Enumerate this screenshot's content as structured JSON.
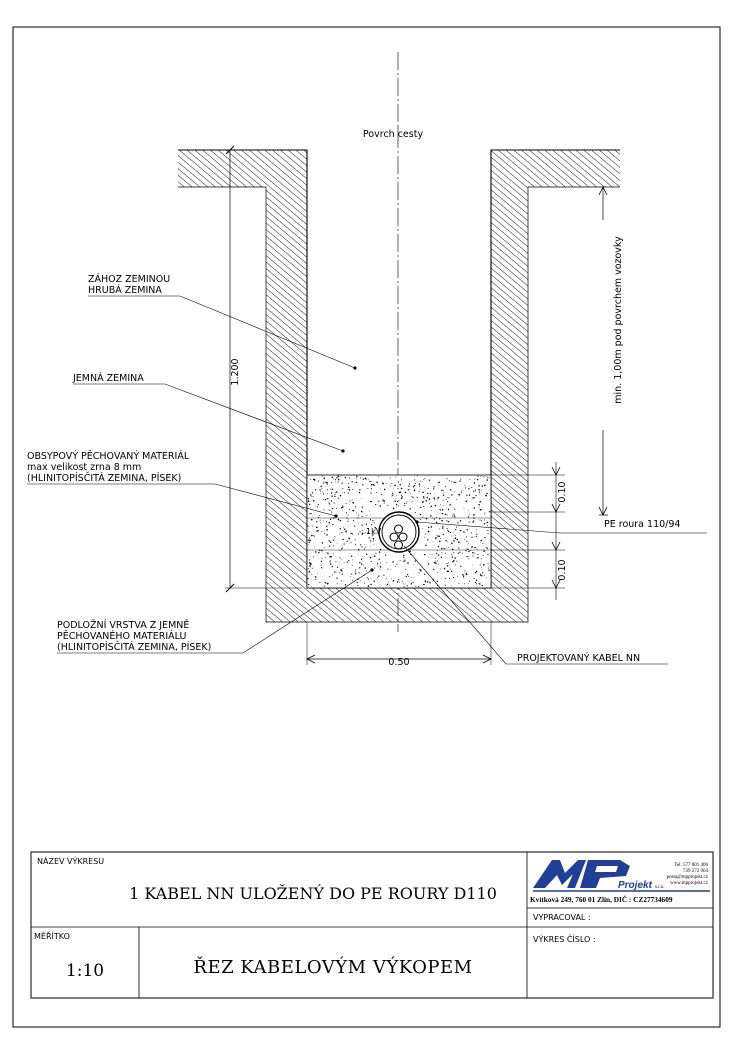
{
  "labels": {
    "road_surface": "Povrch cesty",
    "backfill_line1": "ZÁHOZ ZEMINOU",
    "backfill_line2": "HRUBÁ ZEMINA",
    "fine_soil": "JEMNÁ ZEMINA",
    "surround_line1": "OBSYPOVÝ PĚCHOVANÝ MATERIÁL",
    "surround_line2": "max velikost zrna 8 mm",
    "surround_line3": "(HLINITOPÍSČITÁ ZEMINA, PÍSEK)",
    "bedding_line1": "PODLOŽNÍ VRSTVA Z JEMNĚ",
    "bedding_line2": "PĚCHOVANÉHO MATERIÁLU",
    "bedding_line3": "(HLINITOPÍSČITÁ ZEMINA, PÍSEK)",
    "pipe": "PE roura 110/94",
    "cable": "PROJEKTOVANÝ KABEL NN",
    "cable_tag": "1kV",
    "min_depth": "min. 1,00m pod povrchem vozovky"
  },
  "dimensions": {
    "depth": "1.200",
    "width": "0.50",
    "top_layer": "0.10",
    "bottom_layer": "0.10"
  },
  "title_block": {
    "drawing_name_label": "NÁZEV VÝKRESU",
    "drawing_name": "1 KABEL NN ULOŽENÝ DO PE ROURY D110",
    "scale_label": "MĚŘÍTKO",
    "scale": "1:10",
    "section_title": "ŘEZ KABELOVÝM VÝKOPEM",
    "drawn_by_label": "VYPRACOVAL :",
    "drawing_number_label": "VÝKRES ČÍSLO :",
    "company": {
      "logo_letters": "MP",
      "logo_word": "Projekt",
      "logo_suffix": "s.r.o.",
      "contact_line1": "Tel: 577 001 406",
      "contact_line2": "739 272 064",
      "contact_line3": "posta@mpprojekt.cz",
      "contact_line4": "www.mpprojekt.cz",
      "address": "Kvítková 249, 760 01 Zlín, DIČ : CZ27734609"
    }
  },
  "colors": {
    "ink": "#000000",
    "logo_blue": "#1f3f99",
    "paper": "#ffffff"
  }
}
